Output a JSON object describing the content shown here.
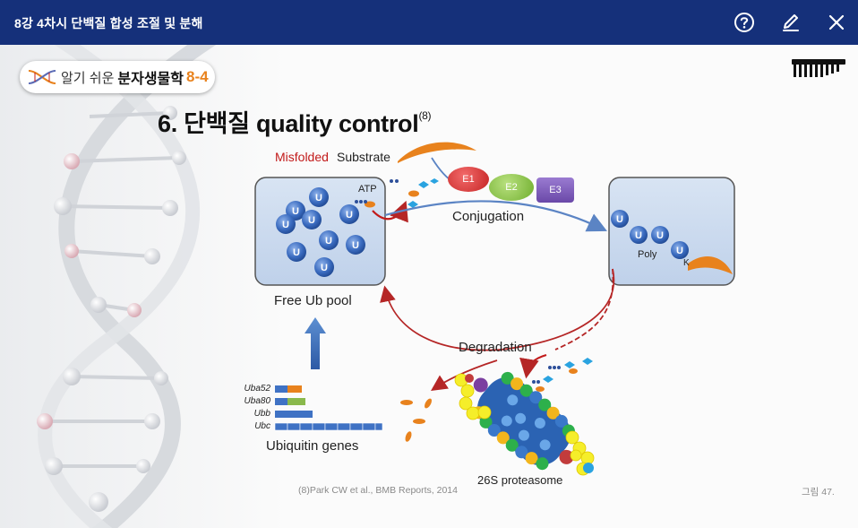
{
  "window": {
    "title": "8강 4차시 단백질 합성 조절 및 분해",
    "buttons": {
      "help": "help",
      "edit": "edit",
      "close": "close"
    }
  },
  "badge": {
    "prefix": "알기 쉬운",
    "main": "분자생물학",
    "number": "8-4"
  },
  "slide": {
    "title": "6. 단백질 quality control",
    "title_ref": "(8)"
  },
  "diagram": {
    "misfolded": "Misfolded",
    "substrate": "Substrate",
    "atp": "ATP",
    "enzymes": [
      "E1",
      "E2",
      "E3"
    ],
    "conjugation": "Conjugation",
    "free_pool": "Free Ub pool",
    "ub_label": "U",
    "degradation": "Degradation",
    "poly": "Poly",
    "k": "K",
    "genes": [
      "Uba52",
      "Uba80",
      "Ubb",
      "Ubc"
    ],
    "genes_label": "Ubiquitin genes",
    "proteasome": "26S proteasome"
  },
  "footer": {
    "reference": "(8)Park CW et al., BMB Reports, 2014",
    "figure": "그림 47."
  },
  "colors": {
    "topbar": "#15307a",
    "ub_blue": "#3b6cc0",
    "red_arrow": "#c21a1a",
    "orange": "#e8821d"
  }
}
